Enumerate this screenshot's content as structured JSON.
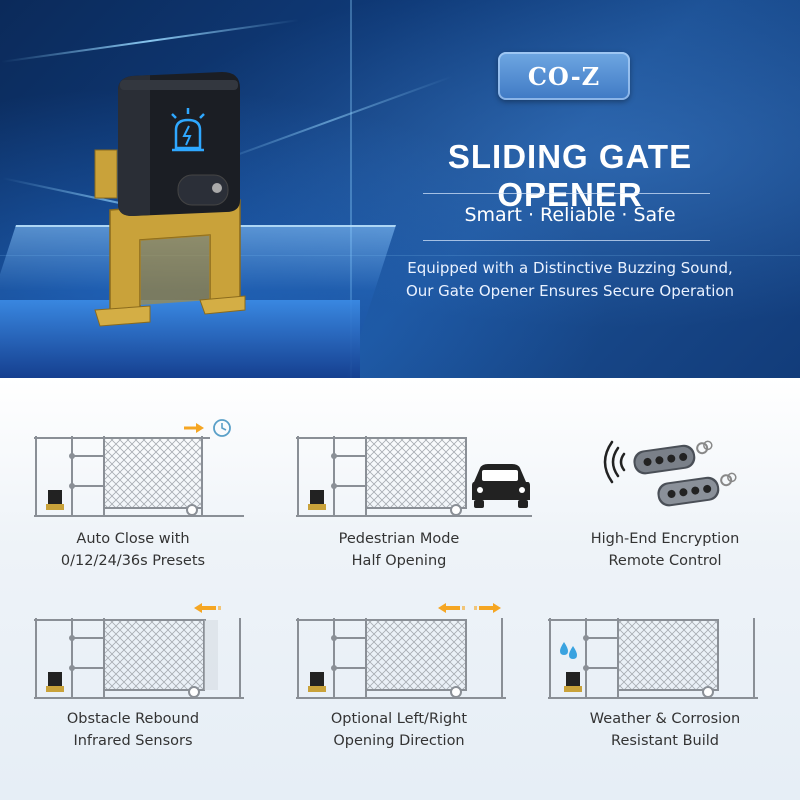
{
  "brand": "CO-Z",
  "hero": {
    "title": "SLIDING GATE OPENER",
    "tagline": "Smart · Reliable · Safe",
    "description_line1": "Equipped with a Distinctive Buzzing Sound,",
    "description_line2": "Our Gate Opener Ensures Secure Operation"
  },
  "features": [
    {
      "line1": "Auto Close with",
      "line2": "0/12/24/36s Presets",
      "icon": "clock-icon"
    },
    {
      "line1": "Pedestrian Mode",
      "line2": "Half Opening",
      "icon": "car-icon"
    },
    {
      "line1": "High-End Encryption",
      "line2": "Remote Control",
      "icon": "remote-control-icon"
    },
    {
      "line1": "Obstacle Rebound",
      "line2": "Infrared Sensors",
      "icon": "arrow-left-icon"
    },
    {
      "line1": "Optional Left/Right",
      "line2": "Opening Direction",
      "icon": "arrows-both-icon"
    },
    {
      "line1": "Weather & Corrosion",
      "line2": "Resistant Build",
      "icon": "water-drop-icon"
    }
  ],
  "colors": {
    "hero_dark": "#0b2a5a",
    "hero_accent": "#3e79c4",
    "arrow_orange": "#f5a623",
    "motor_body": "#1b1e24",
    "bracket_gold": "#c9a23a"
  }
}
